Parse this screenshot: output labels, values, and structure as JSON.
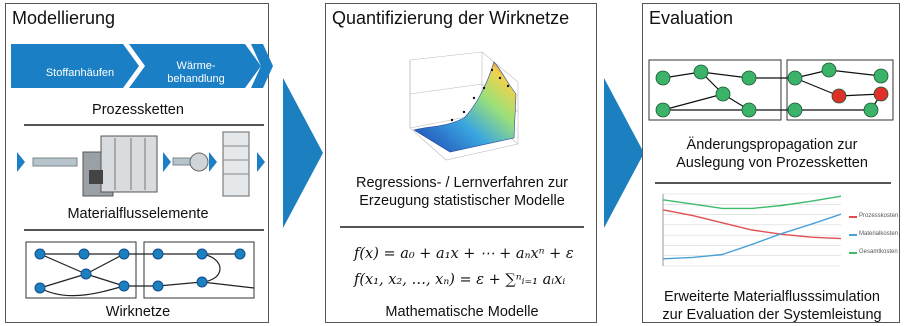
{
  "panels": {
    "modellierung": {
      "title": "Modellierung",
      "chevrons": [
        "Stoffanhäufen",
        "Wärme-\nbehandlung"
      ],
      "caption_prozessketten": "Prozessketten",
      "caption_material": "Materialflusselemente",
      "caption_wirknetze": "Wirknetze"
    },
    "quantifizierung": {
      "title": "Quantifizierung der Wirknetze",
      "caption_regression_line1": "Regressions- / Lernverfahren zur",
      "caption_regression_line2": "Erzeugung statistischer Modelle",
      "formula1": "f(x) = a₀ + a₁x + ⋯ + aₙxⁿ + ε",
      "formula2": "f(x₁, x₂, …, xₙ) = ε + ∑ⁿᵢ₌₁ aᵢxᵢ",
      "caption_models": "Mathematische Modelle"
    },
    "evaluation": {
      "title": "Evaluation",
      "caption_propagation_line1": "Änderungspropagation zur",
      "caption_propagation_line2": "Auslegung von Prozessketten",
      "caption_simulation_line1": "Erweiterte Materialflusssimulation",
      "caption_simulation_line2": "zur Evaluation der Systemleistung",
      "legend": [
        "Prozesskosten",
        "Materialkosten",
        "Gesamtkosten"
      ]
    }
  },
  "colors": {
    "arrow_blue": "#1c7fc0",
    "chevron_blue": "#1a7fc4",
    "node_green": "#3bb36a",
    "node_red": "#e0302a",
    "line_red": "#e05050",
    "line_blue": "#4aa0d8",
    "line_green": "#3dbb6b"
  },
  "chart_data": {
    "type": "line",
    "series": [
      {
        "name": "Prozesskosten",
        "values": [
          0.78,
          0.7,
          0.6,
          0.5,
          0.44,
          0.4,
          0.38
        ]
      },
      {
        "name": "Materialkosten",
        "values": [
          0.1,
          0.12,
          0.16,
          0.3,
          0.45,
          0.58,
          0.72
        ]
      },
      {
        "name": "Gesamtkosten",
        "values": [
          0.92,
          0.86,
          0.8,
          0.8,
          0.84,
          0.9,
          0.97
        ]
      }
    ]
  }
}
